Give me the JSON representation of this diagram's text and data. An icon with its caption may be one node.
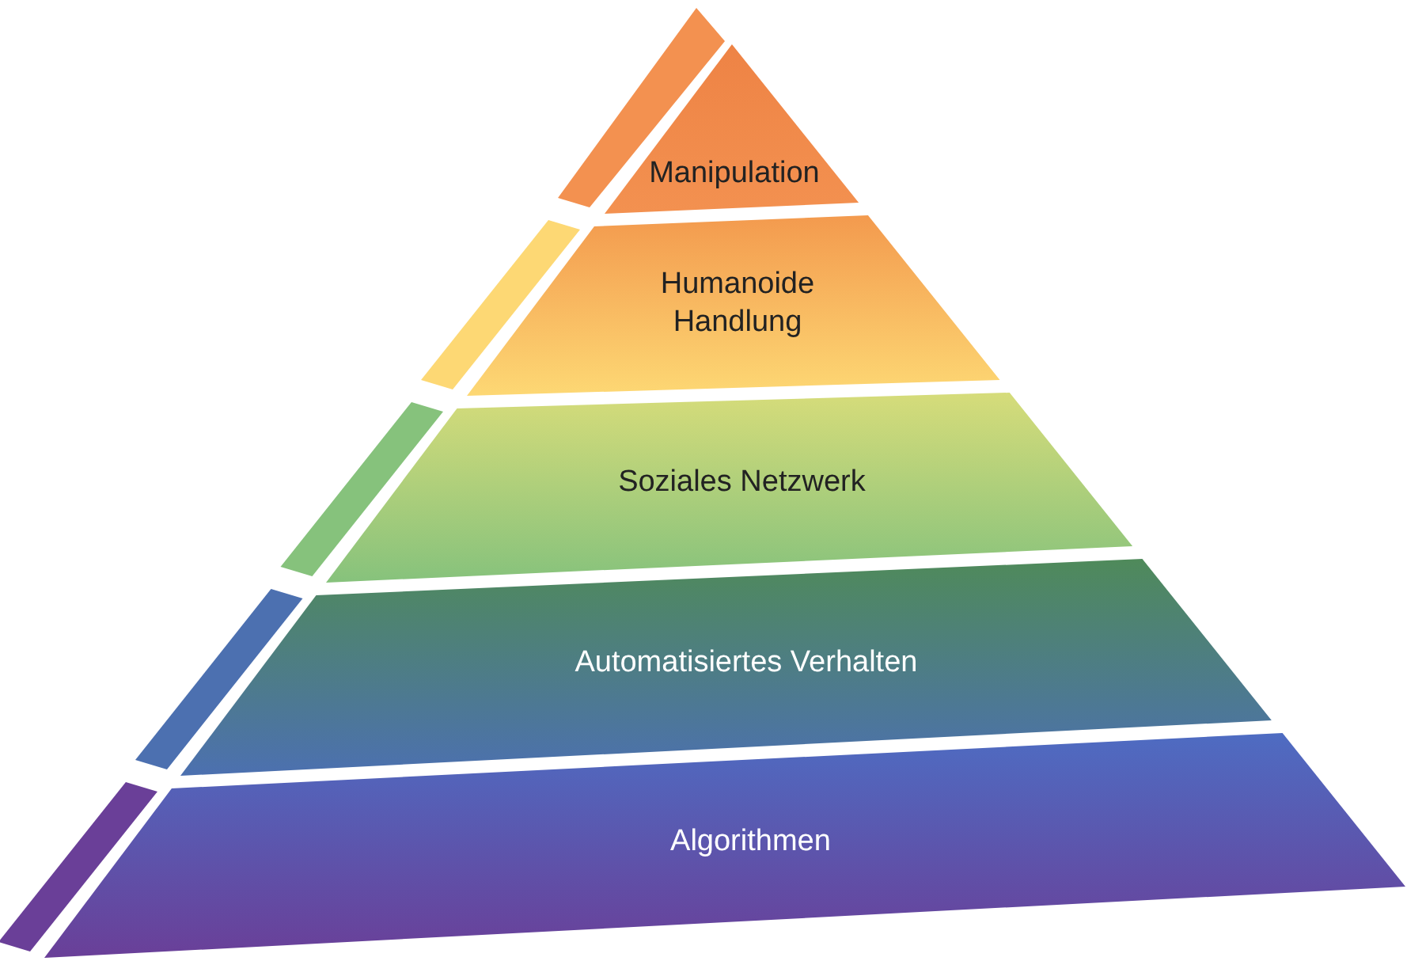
{
  "diagram": {
    "nodes": [
      {
        "text": [
          "Manipulation"
        ]
      },
      {
        "text": [
          "Humanoide Handlung"
        ]
      },
      {
        "text": [
          "Soziales Netzwerk"
        ]
      },
      {
        "text": [
          "Automatisiertes Verhalten"
        ]
      },
      {
        "text": [
          "Algorithmen"
        ]
      }
    ]
  }
}
